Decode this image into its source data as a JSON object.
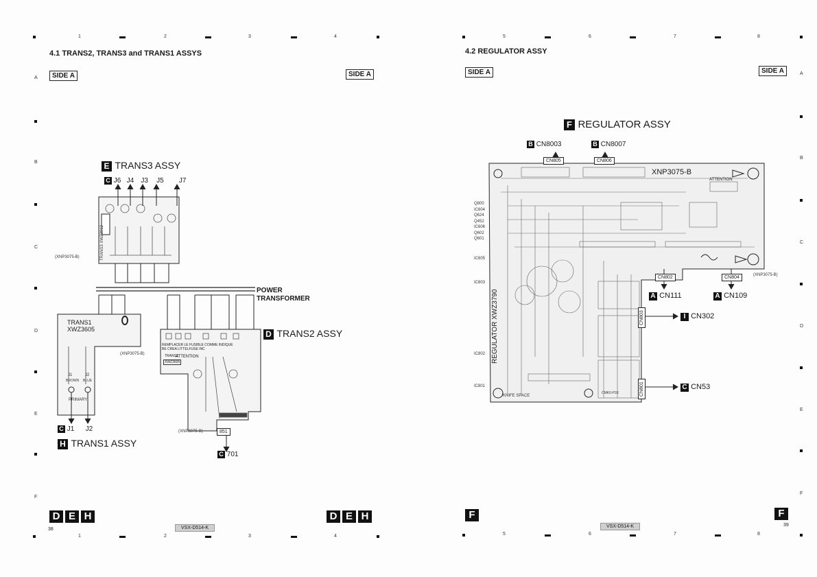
{
  "grid": {
    "left_cols": [
      "1",
      "2",
      "3",
      "4"
    ],
    "right_cols": [
      "5",
      "6",
      "7",
      "8"
    ],
    "rows": [
      "A",
      "B",
      "C",
      "D",
      "E",
      "F"
    ]
  },
  "left_page": {
    "title": "4.1 TRANS2, TRANS3 and TRANS1 ASSYS",
    "side_a_left": "SIDE A",
    "side_a_right": "SIDE A",
    "trans3": {
      "badge": "E",
      "name": "TRANS3 ASSY",
      "jack_badge": "C",
      "jacks": [
        "J6",
        "J4",
        "J3",
        "J5",
        "J7"
      ],
      "board_vertical": "TRANS3 XWZ3912",
      "ref": "(XNP3075-B)"
    },
    "power_transformer": "POWER\nTRANSFORMER",
    "trans1": {
      "board_label": "TRANS1\nXWZ3605",
      "ref": "(XNP3075-B)",
      "j_labels": [
        "J1",
        "J2"
      ],
      "color_labels": [
        "BROWN",
        "BLUE"
      ],
      "primary": "PRIMARY",
      "out_badge": "C",
      "out_j1": "J1",
      "out_j2": "J2",
      "badge": "H",
      "name": "TRANS1 ASSY"
    },
    "trans2": {
      "badge": "D",
      "name": "TRANS2 ASSY",
      "warning": "REMPLACER LE FUSIBLE COMME INDIQUE\nBE CREA LITTELFUSE INC",
      "attention": "ATTENTION",
      "board": "TRANS2",
      "board_code": "XWZ3605",
      "ref": "(XNP3075-B)",
      "conn": "851",
      "out_badge": "C",
      "out_label": "701"
    },
    "footer_badges": [
      "D",
      "E",
      "H"
    ],
    "footer_badges_right": [
      "D",
      "E",
      "H"
    ],
    "page_number": "38",
    "model": "VSX-D514-K"
  },
  "right_page": {
    "title": "4.2 REGULATOR ASSY",
    "side_a_left": "SIDE A",
    "side_a_right": "SIDE A",
    "regulator": {
      "badge": "F",
      "name": "REGULATOR ASSY",
      "top_connectors": [
        {
          "badge": "B",
          "label": "CN8003",
          "conn": "CN805"
        },
        {
          "badge": "B",
          "label": "CN8007",
          "conn": "CN806"
        }
      ],
      "board_code": "XNP3075-B",
      "attention": "ATTENTION",
      "board_vertical": "REGULATOR XWZ3790",
      "left_labels": [
        "Q800",
        "IC604",
        "Q624",
        "Q452",
        "IC606",
        "Q602",
        "Q601",
        "IC605",
        "IC803",
        "IC802",
        "IC801"
      ],
      "knife_space": "KNIFE SPACE",
      "cn802": "CN802",
      "cn804": "CN804",
      "ref": "(XNP3075-B)",
      "cn111_badge": "A",
      "cn111": "CN111",
      "cn109_badge": "A",
      "cn109": "CN109",
      "cn803": "CN803",
      "cn302_badge": "I",
      "cn302": "CN302",
      "cn801": "CN801",
      "cn53_badge": "C",
      "cn53": "CN53",
      "cmk": "CMK0-P3X"
    },
    "footer_badge_left": "F",
    "footer_badge_right": "F",
    "page_number": "39",
    "model": "VSX-D514-K"
  }
}
